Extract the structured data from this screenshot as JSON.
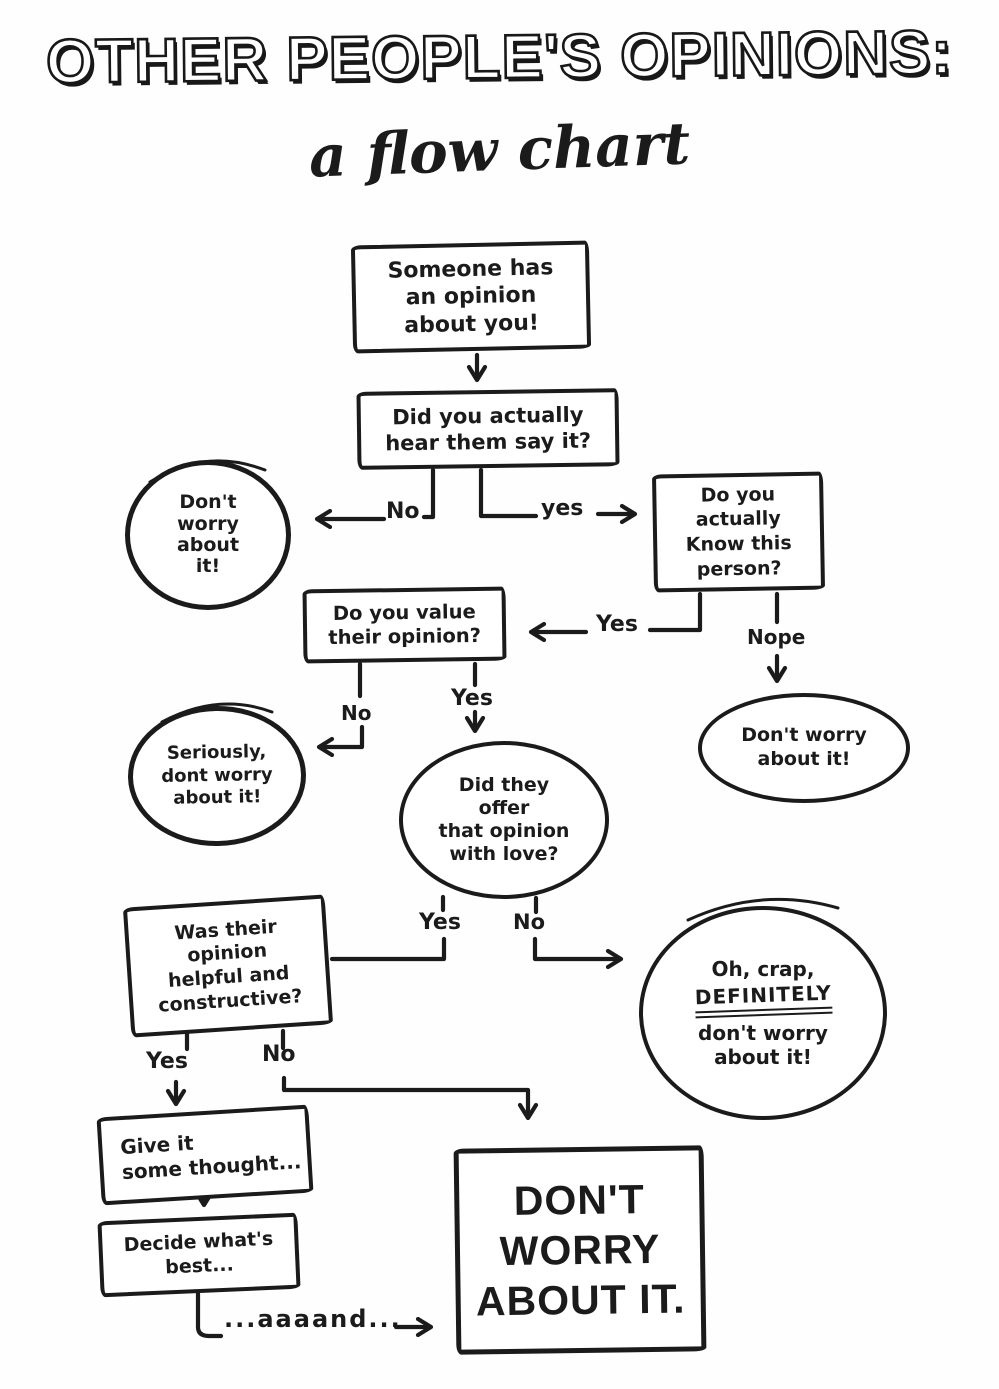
{
  "title": {
    "main": "OTHER PEOPLE'S OPINIONS:",
    "subtitle": "a flow chart"
  },
  "nodes": {
    "someone": {
      "text": "Someone has\nan opinion\nabout you!"
    },
    "hear": {
      "text": "Did you actually\nhear them say it?"
    },
    "dont_worry_left": {
      "text": "Don't\nworry\nabout\nit!"
    },
    "know_person": {
      "text": "Do you\nactually\nKnow this\nperson?"
    },
    "value_opinion": {
      "text": "Do you value\ntheir opinion?"
    },
    "dont_worry_right": {
      "text": "Don't worry\nabout it!"
    },
    "seriously": {
      "text": "Seriously,\ndont worry\nabout it!"
    },
    "with_love": {
      "text": "Did they\noffer\nthat opinion\nwith love?"
    },
    "helpful": {
      "text": "Was their\nopinion\nhelpful and\nconstructive?"
    },
    "oh_crap": {
      "line1": "Oh, crap,",
      "emphasis": "DEFINITELY",
      "rest": "don't worry\nabout it!"
    },
    "give_thought": {
      "text": "Give it\nsome thought..."
    },
    "decide": {
      "text": "Decide what's\nbest..."
    },
    "final": {
      "text": "DON'T\nWORRY\nABOUT IT."
    }
  },
  "labels": {
    "no_hear": "No",
    "yes_hear": "yes",
    "yes_know": "Yes",
    "nope": "Nope",
    "no_value": "No",
    "yes_value": "Yes",
    "yes_love": "Yes",
    "no_love": "No",
    "yes_helpful": "Yes",
    "no_helpful": "No",
    "aaaand": "...aaaand..."
  },
  "colors": {
    "ink": "#1b1b1b",
    "paper": "#fefefe"
  }
}
